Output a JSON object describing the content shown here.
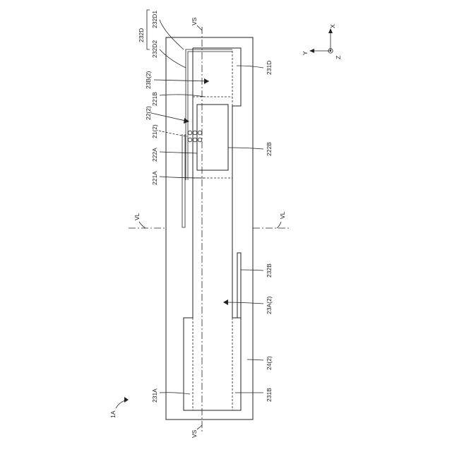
{
  "labels": {
    "vs_top": "VS",
    "vs_bottom": "VS",
    "vl_left": "VL",
    "vl_right": "VL",
    "l232D": "232D",
    "l232D1": "232D1",
    "l232D2": "232D2",
    "l23B": "23B(2)",
    "l221B": "221B",
    "l22": "22(2)",
    "l21": "21(2)",
    "l222A": "222A",
    "l221A": "221A",
    "l231A": "231A",
    "l231D": "231D",
    "l222B": "222B",
    "l232B": "232B",
    "l23A": "23A(2)",
    "l24": "24(2)",
    "l231B": "231B",
    "l1A": "1A"
  },
  "axes": {
    "x": "X",
    "y": "Y",
    "z": "Z"
  }
}
